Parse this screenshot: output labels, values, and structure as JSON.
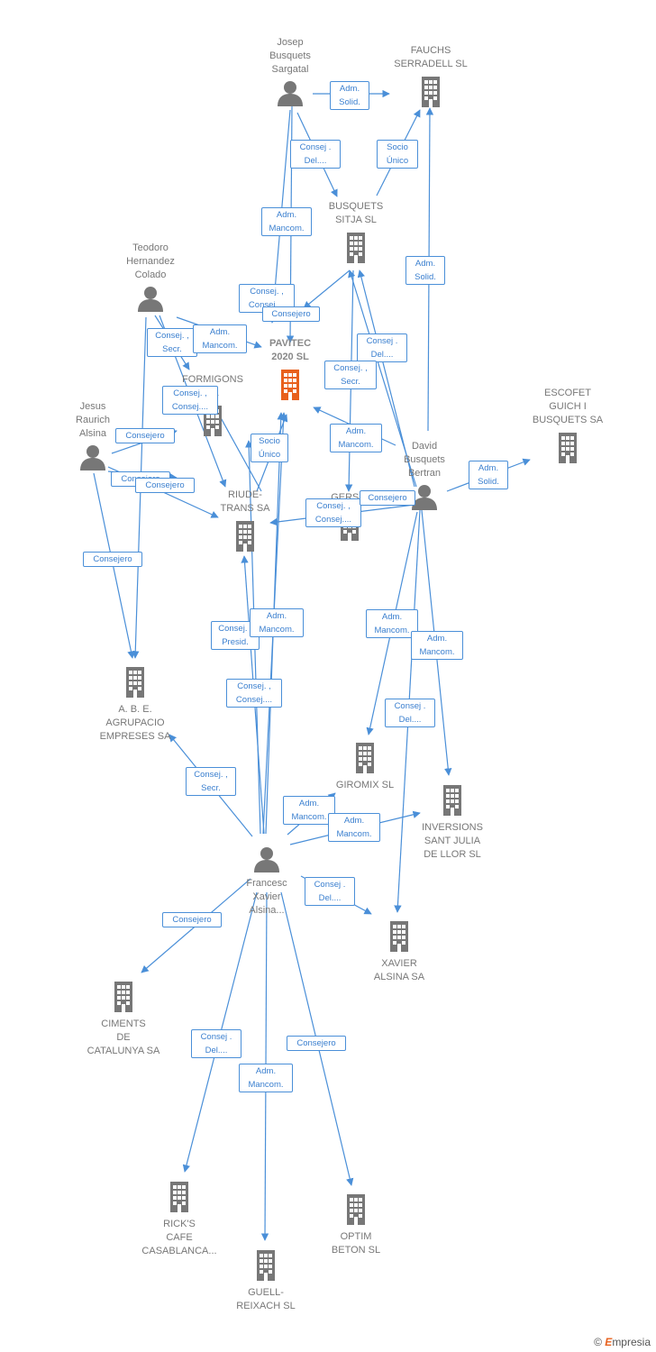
{
  "nodes": {
    "josep": {
      "label": "Josep\nBusquets\nSargatal",
      "kind": "person"
    },
    "fauchs": {
      "label": "FAUCHS\nSERRADELL SL",
      "kind": "company"
    },
    "busquets_sitja": {
      "label": "BUSQUETS\nSITJA SL",
      "kind": "company"
    },
    "teodoro": {
      "label": "Teodoro\nHernandez\nColado",
      "kind": "person"
    },
    "pavitec": {
      "label": "PAVITEC\n2020  SL",
      "kind": "focus"
    },
    "formigons": {
      "label": "FORMIGONS\n         SL",
      "kind": "company"
    },
    "escofet": {
      "label": "ESCOFET\nGUICH I\nBUSQUETS SA",
      "kind": "company"
    },
    "jesus": {
      "label": "Jesus\nRaurich\nAlsina",
      "kind": "person"
    },
    "david": {
      "label": "David\nBusquets\nBertran",
      "kind": "person"
    },
    "riude": {
      "label": "RIUDE-\nTRANS SA",
      "kind": "company"
    },
    "gersai": {
      "label": "GERSAI",
      "kind": "company"
    },
    "abe": {
      "label": "A.  B. E.\nAGRUPACIO\nEMPRESES SA",
      "kind": "company"
    },
    "giromix": {
      "label": "GIROMIX SL",
      "kind": "company"
    },
    "inversions": {
      "label": "INVERSIONS\nSANT JULIA\nDE LLOR SL",
      "kind": "company"
    },
    "francesc": {
      "label": "Francesc\nXavier\nAlsina...",
      "kind": "person"
    },
    "xavier": {
      "label": "XAVIER\nALSINA SA",
      "kind": "company"
    },
    "ciments": {
      "label": "CIMENTS\nDE\nCATALUNYA SA",
      "kind": "company"
    },
    "ricks": {
      "label": "RICK'S\nCAFE\nCASABLANCA...",
      "kind": "company"
    },
    "optim": {
      "label": "OPTIM\nBETON SL",
      "kind": "company"
    },
    "guell": {
      "label": "GUELL-\nREIXACH SL",
      "kind": "company"
    }
  },
  "edge_labels": [
    {
      "id": "e1",
      "text": "Adm.\nSolid."
    },
    {
      "id": "e2",
      "text": "Consej .\nDel...."
    },
    {
      "id": "e3",
      "text": "Socio\nÚnico"
    },
    {
      "id": "e4",
      "text": "Adm.\nMancom."
    },
    {
      "id": "e5",
      "text": "Adm.\nSolid."
    },
    {
      "id": "e6",
      "text": "Consej. ,\nConsej...."
    },
    {
      "id": "e7",
      "text": "Consejero"
    },
    {
      "id": "e8",
      "text": "Consej. ,\nSecr."
    },
    {
      "id": "e9",
      "text": "Adm.\nMancom."
    },
    {
      "id": "e10",
      "text": "Consej .\nDel...."
    },
    {
      "id": "e11",
      "text": "Consej. ,\nSecr."
    },
    {
      "id": "e12",
      "text": "Consej. ,\nConsej...."
    },
    {
      "id": "e13",
      "text": "Adm.\nMancom."
    },
    {
      "id": "e14",
      "text": "Consejero"
    },
    {
      "id": "e15",
      "text": "Socio\nÚnico"
    },
    {
      "id": "e16",
      "text": "Consejero"
    },
    {
      "id": "e17",
      "text": "Consejero"
    },
    {
      "id": "e18",
      "text": "Consej. ,\nConsej...."
    },
    {
      "id": "e19",
      "text": "Consejero"
    },
    {
      "id": "e20",
      "text": "Adm.\nSolid."
    },
    {
      "id": "e21",
      "text": "Consejero"
    },
    {
      "id": "e22",
      "text": "Adm.\nMancom."
    },
    {
      "id": "e23",
      "text": "Consej. ,\nPresid."
    },
    {
      "id": "e24",
      "text": "Adm.\nMancom."
    },
    {
      "id": "e25",
      "text": "Adm.\nMancom."
    },
    {
      "id": "e26",
      "text": "Consej. ,\nConsej...."
    },
    {
      "id": "e27",
      "text": "Consej .\nDel...."
    },
    {
      "id": "e28",
      "text": "Consej. ,\nSecr."
    },
    {
      "id": "e29",
      "text": "Adm.\nMancom."
    },
    {
      "id": "e30",
      "text": "Adm.\nMancom."
    },
    {
      "id": "e31",
      "text": "Consej .\nDel...."
    },
    {
      "id": "e32",
      "text": "Consejero"
    },
    {
      "id": "e33",
      "text": "Consej .\nDel...."
    },
    {
      "id": "e34",
      "text": "Consejero"
    },
    {
      "id": "e35",
      "text": "Adm.\nMancom."
    }
  ],
  "brand": {
    "copyright": "©",
    "name": "mpresia",
    "initial": "E"
  },
  "colors": {
    "edge": "#4a8fd8",
    "icon": "#777777",
    "focus": "#e8601c"
  }
}
